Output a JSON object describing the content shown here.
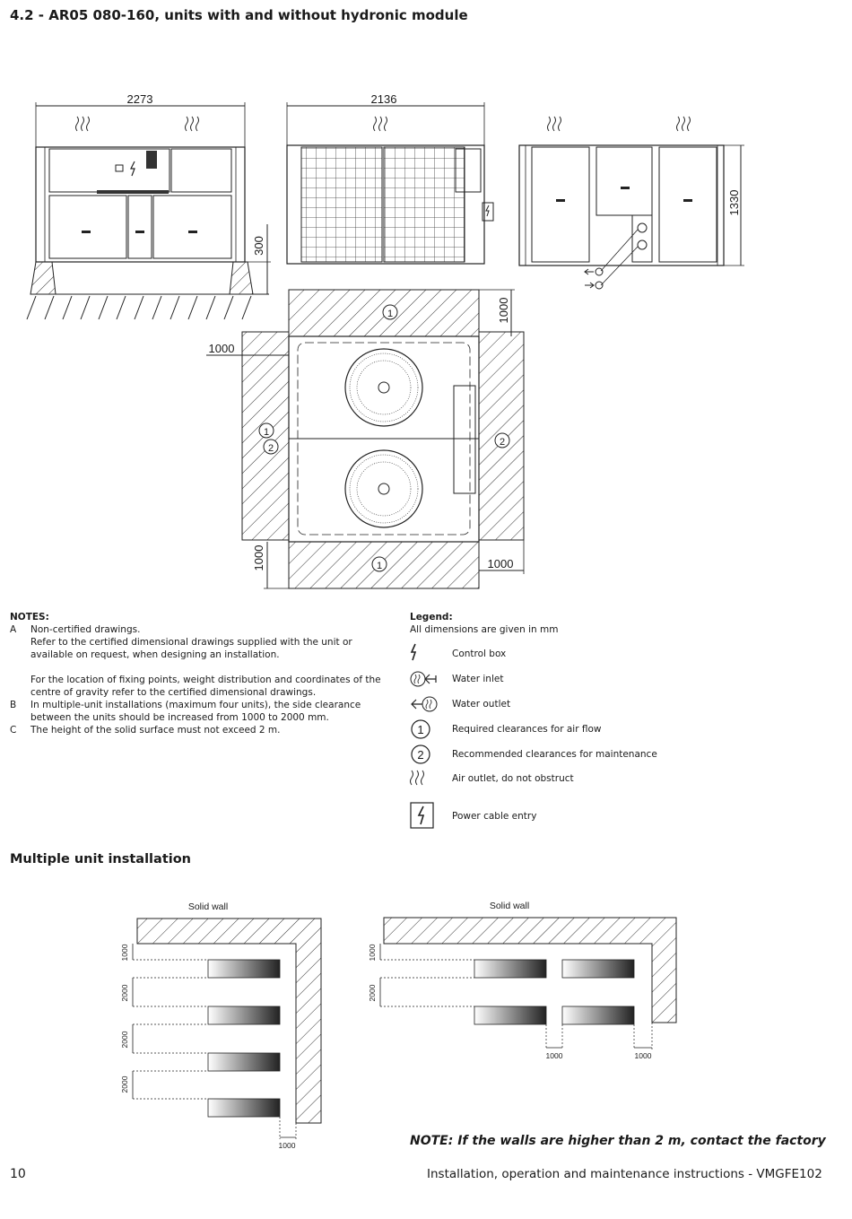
{
  "page_title": "4.2 - AR05 080-160, units with and without hydronic module",
  "drawing": {
    "dim_front_width": "2273",
    "dim_side_width": "2136",
    "dim_height": "1330",
    "dim_base": "300",
    "clearance": "1000",
    "marker_1": "1",
    "marker_2": "2"
  },
  "notes": {
    "heading": "NOTES:",
    "items": [
      {
        "key": "A",
        "text": "Non-certified drawings.\nRefer to the certified  dimensional drawings supplied with the unit or available on request, when designing an installation.\n\nFor the location of fixing points, weight distribution and coordinates of the centre of gravity refer to the certified dimensional drawings."
      },
      {
        "key": "B",
        "text": "In multiple-unit installations (maximum four units), the side clearance between the units should be increased from 1000 to 2000 mm."
      },
      {
        "key": "C",
        "text": "The height of the solid surface must not exceed 2 m."
      }
    ]
  },
  "legend": {
    "heading": "Legend:",
    "subheading": "All dimensions are given in mm",
    "items": [
      {
        "icon": "lightning-icon",
        "label": "Control box"
      },
      {
        "icon": "water-inlet-icon",
        "label": "Water inlet"
      },
      {
        "icon": "water-outlet-icon",
        "label": "Water outlet"
      },
      {
        "icon": "circle-1-icon",
        "label": "Required clearances for air flow"
      },
      {
        "icon": "circle-2-icon",
        "label": "Recommended clearances for maintenance"
      },
      {
        "icon": "air-outlet-icon",
        "label": "Air outlet, do not obstruct"
      },
      {
        "icon": "power-cable-entry-icon",
        "label": "Power cable entry"
      }
    ]
  },
  "multiple": {
    "heading": "Multiple unit installation",
    "wall_label": "Solid wall",
    "dim_1000": "1000",
    "dim_2000": "2000"
  },
  "final_note": "NOTE: If the walls are higher than 2 m, contact the factory",
  "page_number": "10",
  "footer": "Installation, operation and maintenance instructions - VMGFE102"
}
